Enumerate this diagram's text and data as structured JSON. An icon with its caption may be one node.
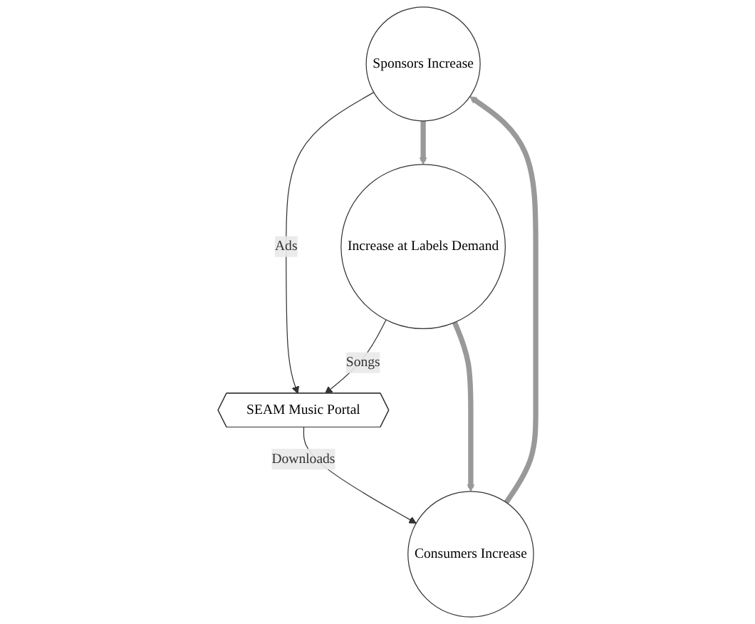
{
  "diagram": {
    "nodes": [
      {
        "text": [
          "Sponsors Increase"
        ]
      },
      {
        "text": [
          "SEAM Music Portal"
        ]
      },
      {
        "text": [
          "Consumers Increase"
        ]
      },
      {
        "text": [
          "Increase at Labels Demand"
        ]
      }
    ],
    "edges": [
      {
        "from": 0,
        "to": 1,
        "arrow": "to",
        "label": "Ads"
      },
      {
        "from": 3,
        "to": 1,
        "arrow": "to",
        "label": "Songs"
      },
      {
        "from": 1,
        "to": 2,
        "arrow": "to",
        "label": "Downloads"
      },
      {
        "from": 0,
        "to": 3,
        "arrow": "to",
        "style": "thick",
        "color": "#999999"
      },
      {
        "from": 3,
        "to": 2,
        "arrow": "to",
        "style": "thick",
        "color": "#999999"
      },
      {
        "from": 2,
        "to": 0,
        "arrow": "to",
        "style": "thick",
        "color": "#999999"
      }
    ]
  }
}
